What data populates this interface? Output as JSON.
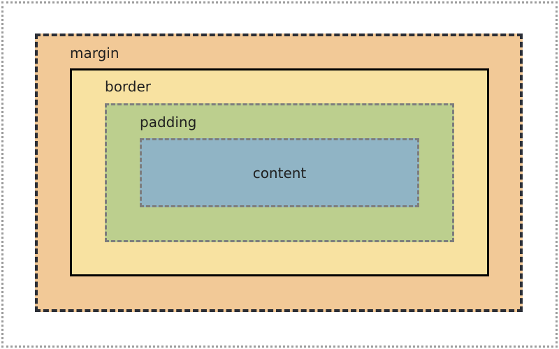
{
  "figure": {
    "frame": {
      "border_style": "dotted",
      "border_color": "#9c9c9c"
    }
  },
  "boxes": {
    "margin": {
      "label": "margin",
      "fill": "#f2c997",
      "border_style": "dashed",
      "border_color": "#2b2e36"
    },
    "border": {
      "label": "border",
      "fill": "#f8e2a1",
      "border_style": "solid",
      "border_color": "#000000"
    },
    "padding": {
      "label": "padding",
      "fill": "#bccf8e",
      "border_style": "dashed",
      "border_color": "#7d7d7d"
    },
    "content": {
      "label": "content",
      "fill": "#90b4c5",
      "border_style": "dashed",
      "border_color": "#7d7d7d"
    }
  },
  "text_color": "#1f1f1f"
}
